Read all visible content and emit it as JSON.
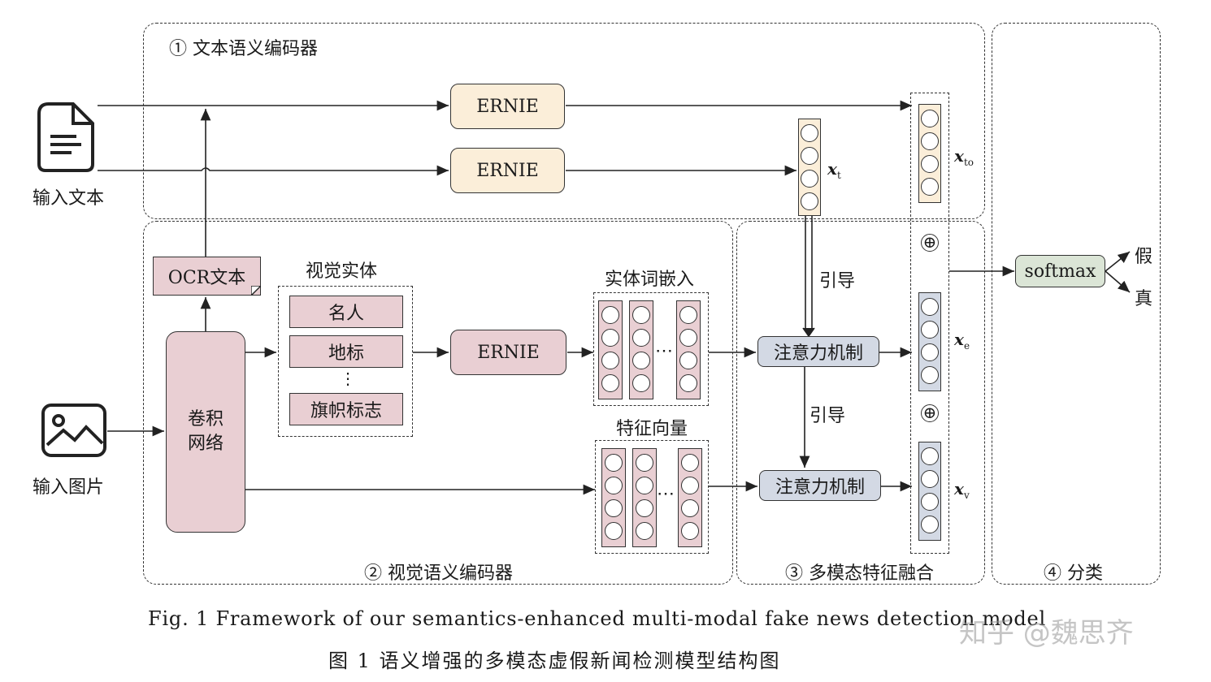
{
  "regions": {
    "text_encoder": "① 文本语义编码器",
    "visual_encoder": "② 视觉语义编码器",
    "fusion": "③ 多模态特征融合",
    "classify": "④ 分类"
  },
  "inputs": {
    "text": "输入文本",
    "image": "输入图片"
  },
  "boxes": {
    "ernie_top": "ERNIE",
    "ernie_mid": "ERNIE",
    "ernie_visual": "ERNIE",
    "ocr": "OCR文本",
    "cnn": "卷积\n网络",
    "attn_top": "注意力机制",
    "attn_bottom": "注意力机制",
    "softmax": "softmax"
  },
  "visual_entities": {
    "title": "视觉实体",
    "items": [
      "名人",
      "地标",
      "⋮",
      "旗帜标志"
    ]
  },
  "labels": {
    "entity_embedding": "实体词嵌入",
    "feature_vector": "特征向量",
    "guide_top": "引导",
    "guide_bottom": "引导",
    "output_fake": "假",
    "output_true": "真",
    "ellipsis": "⋯",
    "plus": "⊕"
  },
  "vectors": {
    "xt": {
      "main": "x",
      "sub": "t"
    },
    "xto": {
      "main": "x",
      "sub": "to"
    },
    "xe": {
      "main": "x",
      "sub": "e"
    },
    "xv": {
      "main": "x",
      "sub": "v"
    }
  },
  "captions": {
    "en": "Fig. 1    Framework of our semantics-enhanced multi-modal fake news detection model",
    "zh": "图 1    语义增强的多模态虚假新闻检测模型结构图"
  },
  "watermark": "知乎 @魏思齐",
  "colors": {
    "cream": "#fbeed9",
    "pink": "#e9cfd3",
    "attention": "#d3d9e4",
    "softmax": "#dbe5d6"
  },
  "icons": [
    "document-icon",
    "image-icon"
  ]
}
